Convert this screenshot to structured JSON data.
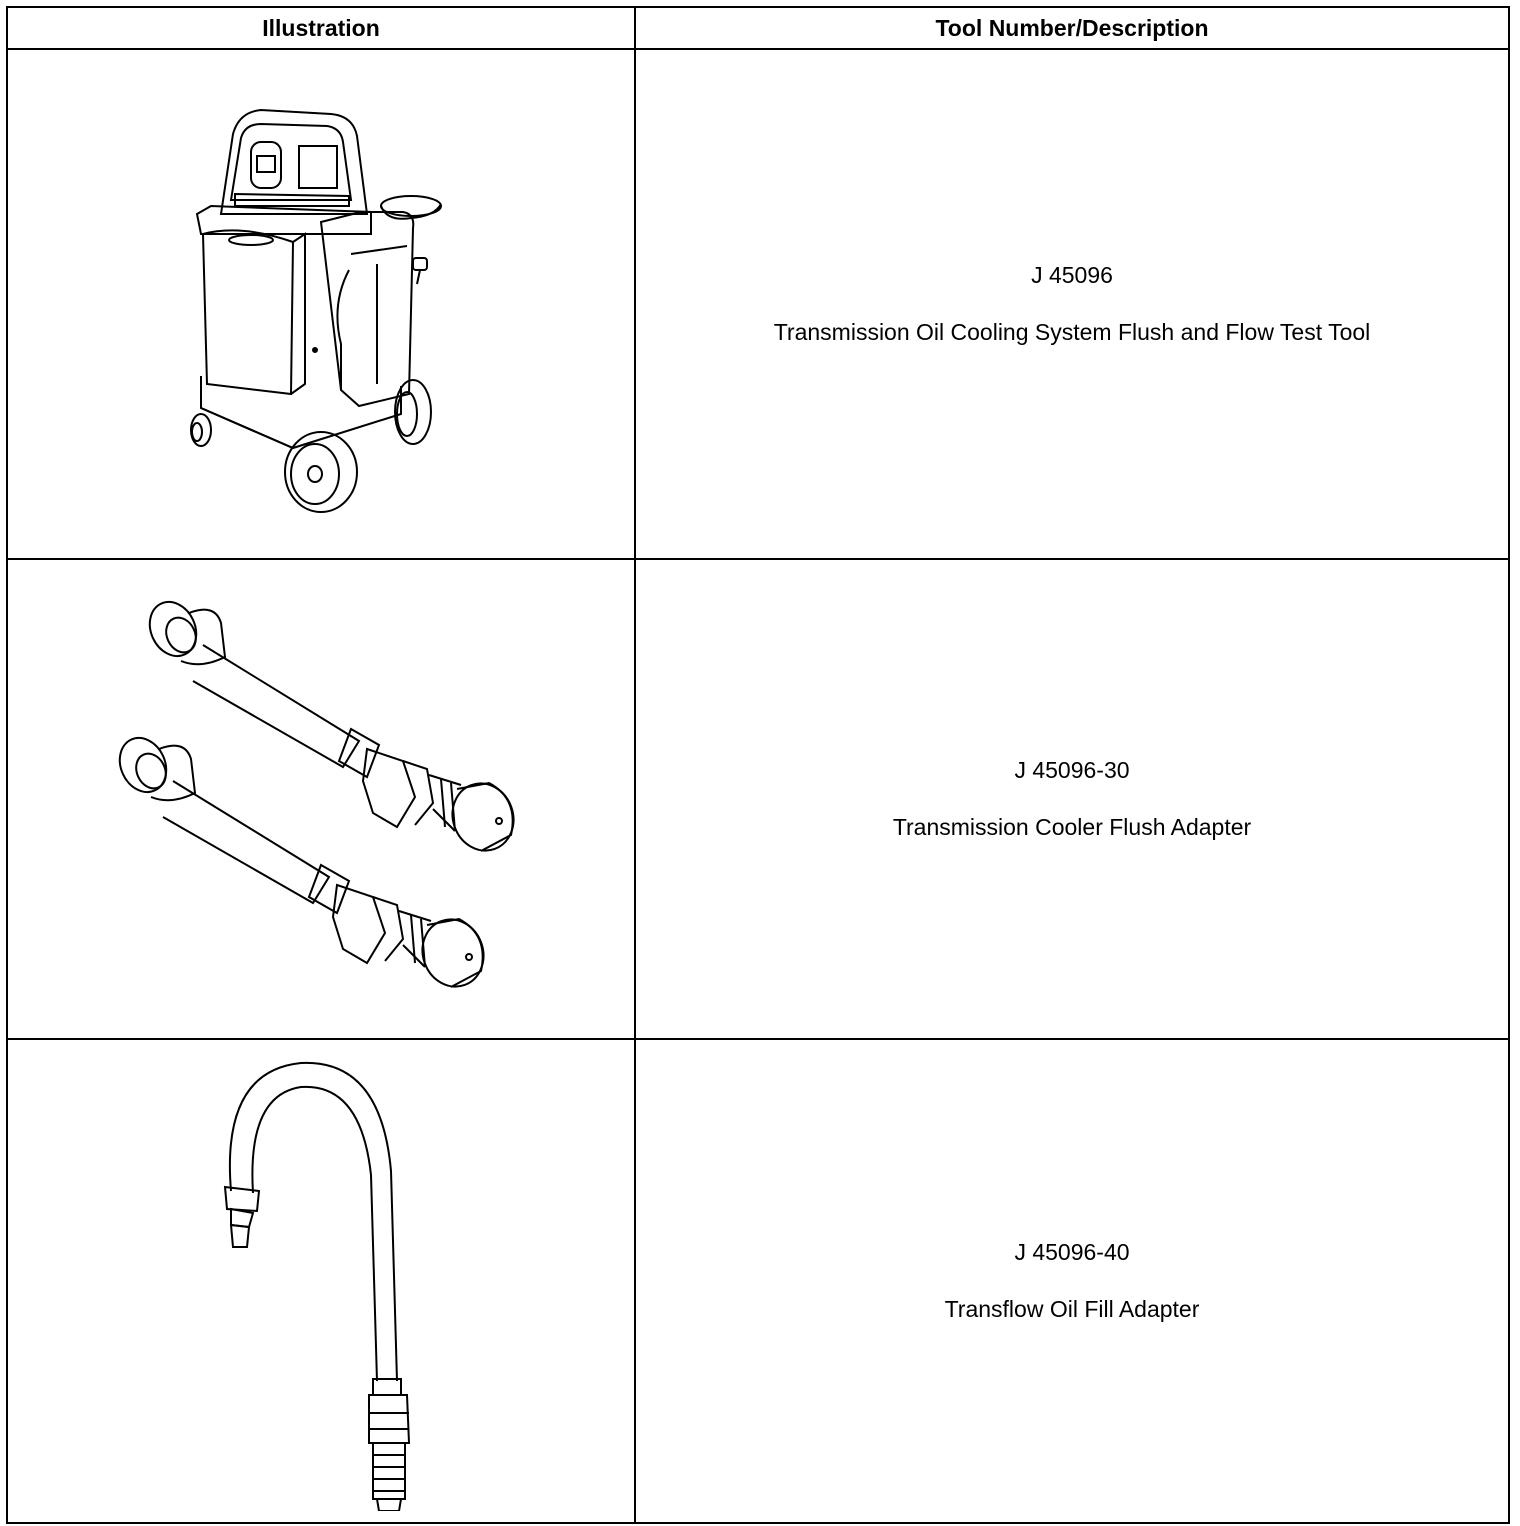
{
  "table": {
    "headers": [
      "Illustration",
      "Tool Number/Description"
    ],
    "rows": [
      {
        "tool_number": "J 45096",
        "description": "Transmission Oil Cooling System Flush and Flow Test Tool",
        "illustration": "flush-machine-icon"
      },
      {
        "tool_number": "J 45096-30",
        "description": "Transmission Cooler Flush Adapter",
        "illustration": "cooler-flush-adapter-icon"
      },
      {
        "tool_number": "J 45096-40",
        "description": "Transflow Oil Fill Adapter",
        "illustration": "oil-fill-adapter-icon"
      }
    ]
  }
}
